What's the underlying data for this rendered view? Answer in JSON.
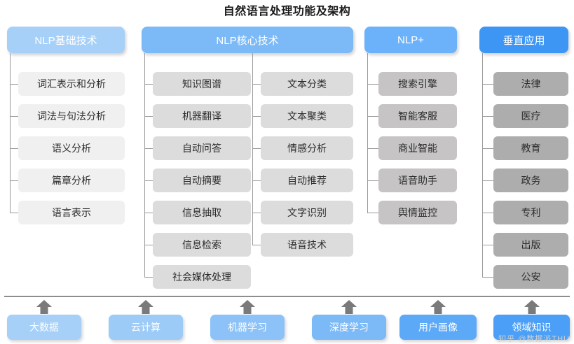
{
  "title": "自然语言处理功能及架构",
  "columns": [
    {
      "id": "nlp-basic",
      "header": "NLP基础技术",
      "header_color": "#a6d0f7",
      "item_color": "#f0f0f0",
      "items": [
        "词汇表示和分析",
        "词法与句法分析",
        "语义分析",
        "篇章分析",
        "语言表示"
      ]
    },
    {
      "id": "nlp-core-left",
      "header": "NLP核心技术",
      "header_color": "#7cb9f7",
      "item_color": "#dcdcdc",
      "items": [
        "知识图谱",
        "机器翻译",
        "自动问答",
        "自动摘要",
        "信息抽取",
        "信息检索",
        "社会媒体处理"
      ]
    },
    {
      "id": "nlp-core-right",
      "header": "",
      "header_color": "#7cb9f7",
      "item_color": "#dcdcdc",
      "items": [
        "文本分类",
        "文本聚类",
        "情感分析",
        "自动推荐",
        "文字识别",
        "语音技术"
      ]
    },
    {
      "id": "nlp-plus",
      "header": "NLP+",
      "header_color": "#6cb2fa",
      "item_color": "#c6c4c4",
      "items": [
        "搜索引擎",
        "智能客服",
        "商业智能",
        "语音助手",
        "舆情监控"
      ]
    },
    {
      "id": "vertical-app",
      "header": "垂直应用",
      "header_color": "#3e96f4",
      "item_color": "#adadad",
      "items": [
        "法律",
        "医疗",
        "教育",
        "政务",
        "专利",
        "出版",
        "公安"
      ]
    }
  ],
  "foundation": {
    "arrow_color": "#7a7a7a",
    "items": [
      {
        "label": "大数据",
        "color": "#a6d0f7"
      },
      {
        "label": "云计算",
        "color": "#9ccbf8"
      },
      {
        "label": "机器学习",
        "color": "#8cc2f8"
      },
      {
        "label": "深度学习",
        "color": "#7cb9f7"
      },
      {
        "label": "用户画像",
        "color": "#5ca9f8"
      },
      {
        "label": "领域知识",
        "color": "#4b9ff6"
      }
    ]
  },
  "watermark": "知乎  @数据派THU"
}
